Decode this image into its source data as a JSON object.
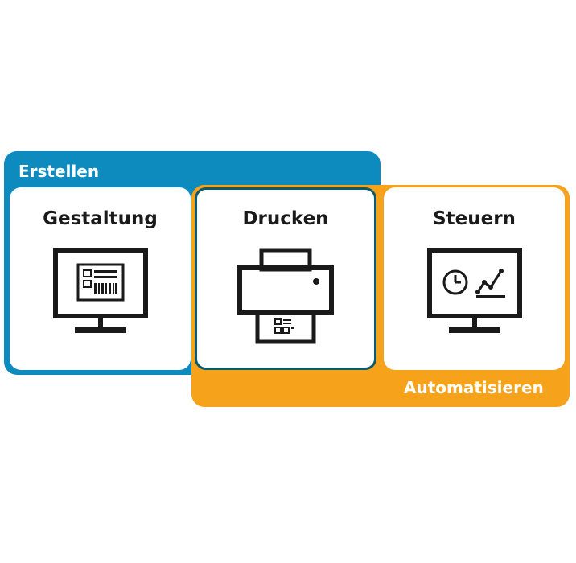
{
  "groups": {
    "create_label": "Erstellen",
    "automate_label": "Automatisieren"
  },
  "cards": [
    {
      "title": "Gestaltung",
      "icon": "monitor-label-design-icon"
    },
    {
      "title": "Drucken",
      "icon": "printer-icon"
    },
    {
      "title": "Steuern",
      "icon": "monitor-clock-chart-icon"
    }
  ],
  "colors": {
    "blue": "#0d8bbf",
    "orange": "#f7a21b",
    "dark_teal": "#0b5a6e",
    "icon": "#1a1a1a"
  }
}
